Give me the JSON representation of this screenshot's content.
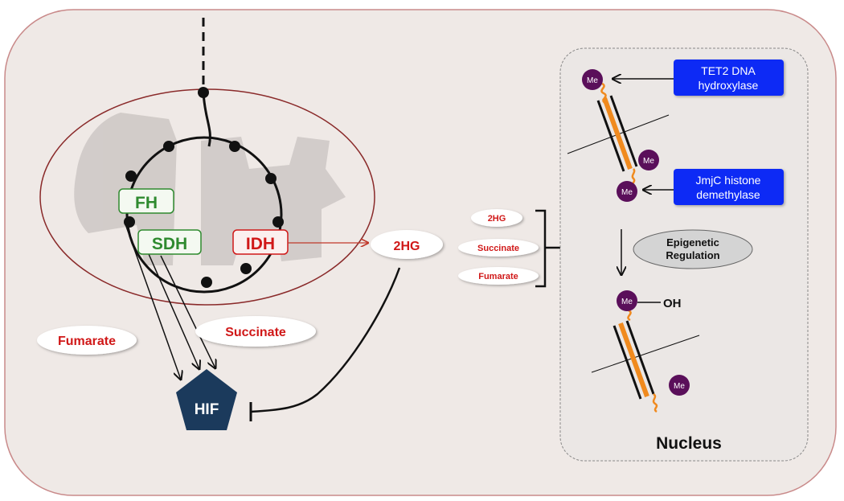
{
  "colors": {
    "cell_fill": "#efe9e6",
    "cell_border": "#c98a8a",
    "mito_border": "#8a2a2a",
    "shadow_shape": "#cdc7c4",
    "green_label": "#2f8a2f",
    "red_label": "#d01818",
    "hif_fill": "#1b3a5c",
    "blue_box": "#0a2cf5",
    "me_fill": "#5a0f5a",
    "orange": "#f08a1e"
  },
  "enzymes": {
    "fh": "FH",
    "sdh": "SDH",
    "idh": "IDH"
  },
  "metabolites": {
    "fumarate": "Fumarate",
    "succinate": "Succinate",
    "twohg": "2HG",
    "small_2hg": "2HG",
    "small_succinate": "Succinate",
    "small_fumarate": "Fumarate"
  },
  "hif": "HIF",
  "nucleus": {
    "label": "Nucleus",
    "tet2_line1": "TET2 DNA",
    "tet2_line2": "hydroxylase",
    "jmjc_line1": "JmjC histone",
    "jmjc_line2": "demethylase",
    "epi_line1": "Epigenetic",
    "epi_line2": "Regulation",
    "me": "Me",
    "oh": "OH"
  }
}
